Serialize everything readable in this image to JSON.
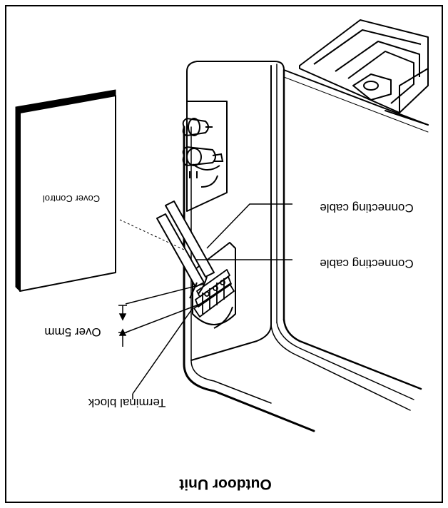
{
  "diagram": {
    "orientation": "rotated-180",
    "title": "Outdoor Unit",
    "labels": {
      "connecting_cable_1": "Connecting cable",
      "connecting_cable_2": "Connecting cable",
      "over_5mm": "Over 5mm",
      "terminal_block": "Terminal block",
      "cover_control": "Cover Control"
    },
    "colors": {
      "line": "#000000",
      "background": "#ffffff"
    }
  }
}
